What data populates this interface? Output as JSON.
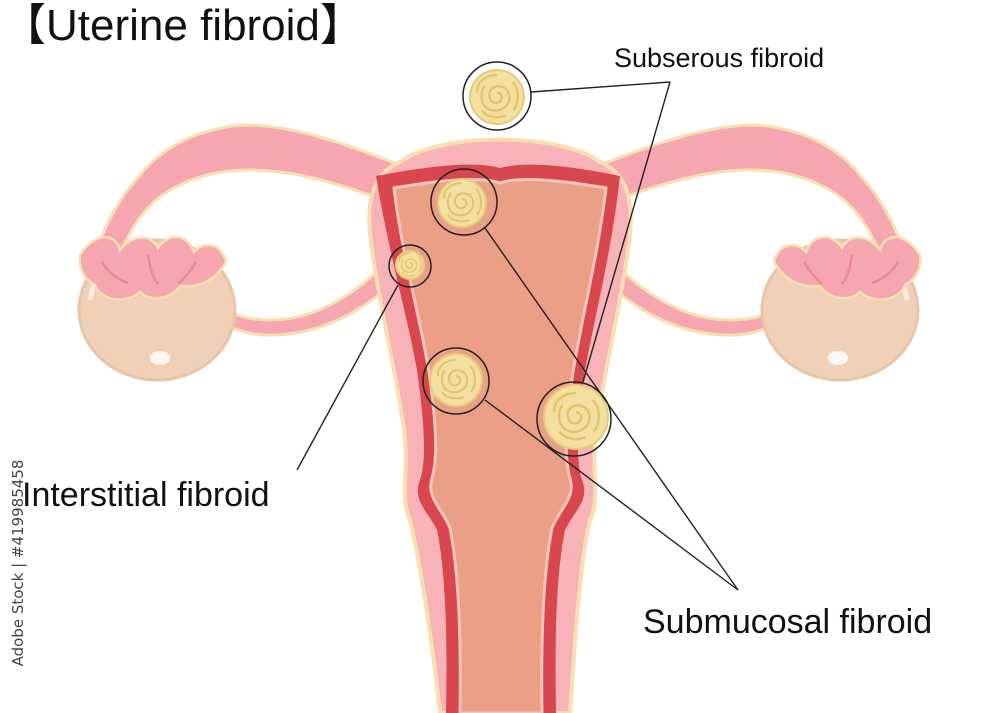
{
  "title": "【Uterine fibroid】",
  "labels": {
    "subserous": "Subserous fibroid",
    "interstitial": "Interstitial fibroid",
    "submucosal": "Submucosal fibroid"
  },
  "watermark": "Adobe Stock | #419985458",
  "colors": {
    "uterus_wall": "#f7b3b8",
    "tube": "#f6a6b0",
    "muscle": "#d8474e",
    "cavity": "#ea9f86",
    "ovary": "#f0d0b6",
    "fibroid": "#f3e0a0",
    "fibroid_swirl": "#e2c46e",
    "outline": "#f7dfb0",
    "leader_line": "#222222"
  }
}
